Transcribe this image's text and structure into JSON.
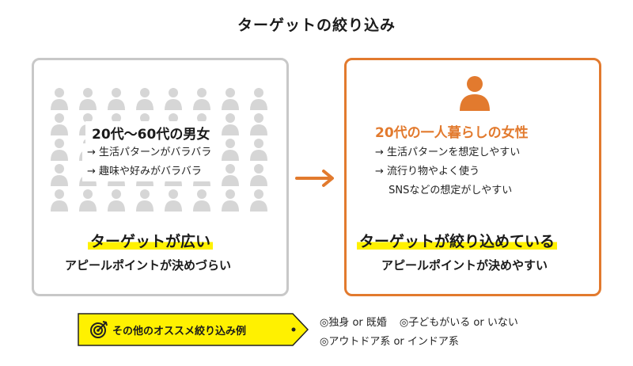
{
  "title": "ターゲットの絞り込み",
  "left_panel": {
    "heading": "20代〜60代の男女",
    "bullets": [
      "→ 生活パターンがバラバラ",
      "→ 趣味や好みがバラバラ"
    ],
    "verdict": "ターゲットが広い",
    "sub": "アピールポイントが決めづらい",
    "icon": "person-group-icon"
  },
  "right_panel": {
    "heading": "20代の一人暮らしの女性",
    "bullets": [
      "→ 生活パターンを想定しやすい",
      "→ 流行り物やよく使う",
      "　 SNSなどの想定がしやすい"
    ],
    "verdict": "ターゲットが絞り込めている",
    "sub": "アピールポイントが決めやすい",
    "icon": "person-icon"
  },
  "more_examples": {
    "label": "その他のオススメ絞り込み例",
    "icon": "target-icon",
    "items": [
      "◎独身 or 既婚",
      "◎子どもがいる or いない",
      "◎アウトドア系 or インドア系"
    ]
  },
  "colors": {
    "accent_orange": "#e27a2e",
    "highlight_yellow": "#fff100",
    "muted_gray": "#c8c8c8",
    "person_gray": "#d6d6d6"
  }
}
